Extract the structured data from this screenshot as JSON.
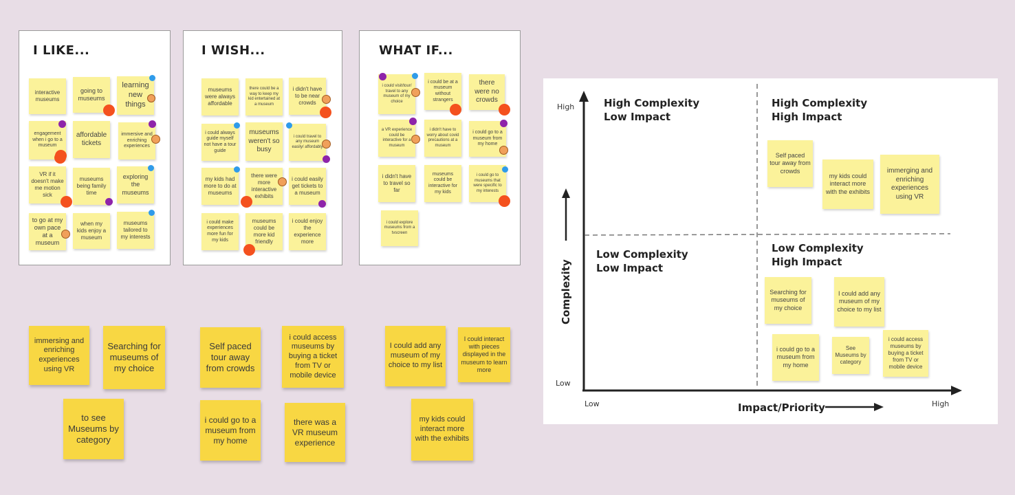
{
  "boards": [
    {
      "title": "I LIKE...",
      "notes": [
        {
          "text": "interactive museums",
          "color": "#fbf29a",
          "textColor": "#555"
        },
        {
          "text": "going to museums",
          "color": "#fbf29a",
          "textColor": "#444"
        },
        {
          "text": "learning new things",
          "color": "#fbf29a",
          "textColor": "#444"
        },
        {
          "text": "engagement when i go to a museum",
          "color": "#fbf29a",
          "textColor": "#666"
        },
        {
          "text": "affordable tickets",
          "color": "#fbf29a",
          "textColor": "#444"
        },
        {
          "text": "immersive and enriching experiences",
          "color": "#fbf29a",
          "textColor": "#666"
        },
        {
          "text": "VR if it doesn't make me motion sick",
          "color": "#fbf29a",
          "textColor": "#555"
        },
        {
          "text": "museums being family time",
          "color": "#fbf29a",
          "textColor": "#555"
        },
        {
          "text": "exploring the museums",
          "color": "#fbf29a",
          "textColor": "#444"
        },
        {
          "text": "to go at my own pace at a museum",
          "color": "#fbf29a",
          "textColor": "#444"
        },
        {
          "text": "when my kids enjoy a museum",
          "color": "#fbf29a",
          "textColor": "#444"
        },
        {
          "text": "museums tailored to my interests",
          "color": "#fbf29a",
          "textColor": "#555"
        }
      ]
    },
    {
      "title": "I WISH...",
      "notes": [
        {
          "text": "museums were always affordable",
          "color": "#fbf29a",
          "textColor": "#555"
        },
        {
          "text": "there could be a way to keep my kid entertained at a museum",
          "color": "#fbf29a",
          "textColor": "#666"
        },
        {
          "text": "i didn't have to be near crowds",
          "color": "#fbf29a",
          "textColor": "#444"
        },
        {
          "text": "i could always guide myself not have a tour guide",
          "color": "#fbf29a",
          "textColor": "#666"
        },
        {
          "text": "museums weren't so busy",
          "color": "#fbf29a",
          "textColor": "#444"
        },
        {
          "text": "i could travel to any museum easily/ affordably",
          "color": "#fbf29a",
          "textColor": "#666"
        },
        {
          "text": "my kids had more to do at museums",
          "color": "#fbf29a",
          "textColor": "#555"
        },
        {
          "text": "there were more interactive exhibits",
          "color": "#fbf29a",
          "textColor": "#555"
        },
        {
          "text": "i could easily get tickets to a museum",
          "color": "#fbf29a",
          "textColor": "#444"
        },
        {
          "text": "i could make experiences more fun for my kids",
          "color": "#fbf29a",
          "textColor": "#666"
        },
        {
          "text": "museums could be more kid friendly",
          "color": "#fbf29a",
          "textColor": "#555"
        },
        {
          "text": "i could enjoy the experience more",
          "color": "#fbf29a",
          "textColor": "#555"
        }
      ]
    },
    {
      "title": "WHAT IF...",
      "notes": [
        {
          "text": "i could visit/tour/ travel to any museum of my choice",
          "color": "#fbf29a",
          "textColor": "#666"
        },
        {
          "text": "i could be at a museum without strangers",
          "color": "#fbf29a",
          "textColor": "#555"
        },
        {
          "text": "there were no crowds",
          "color": "#fbf29a",
          "textColor": "#444"
        },
        {
          "text": "a VR experience could be interactive for a museum",
          "color": "#fbf29a",
          "textColor": "#666"
        },
        {
          "text": "i didn't have to worry about covid precautions at a museum",
          "color": "#fbf29a",
          "textColor": "#666"
        },
        {
          "text": "i could go to a museum from my home",
          "color": "#fbf29a",
          "textColor": "#555"
        },
        {
          "text": "i didn't have to travel so far",
          "color": "#fbf29a",
          "textColor": "#555"
        },
        {
          "text": "museums could be interactive for my kids",
          "color": "#fbf29a",
          "textColor": "#555"
        },
        {
          "text": "i could go to museums that were specific to my interests",
          "color": "#fbf29a",
          "textColor": "#666"
        },
        {
          "text": "i could explore museums from a tvscreen",
          "color": "#fbf29a",
          "textColor": "#666"
        }
      ]
    }
  ],
  "dot_colors": {
    "red": "#f4511e",
    "orange": "#f0a05a",
    "blue": "#2f9bea",
    "purple": "#8e24aa"
  },
  "clusters": [
    {
      "text": "immersing and enriching experiences using VR"
    },
    {
      "text": "Searching for museums of my choice"
    },
    {
      "text": "to see Museums by category"
    },
    {
      "text": "Self paced tour away from crowds"
    },
    {
      "text": "i could access museums by buying a ticket from TV or mobile device"
    },
    {
      "text": "i could go to a museum from my home"
    },
    {
      "text": "there was a VR museum experience"
    },
    {
      "text": "I could add any museum of my choice to my list"
    },
    {
      "text": "I could interact with pieces displayed in the museum to learn more"
    },
    {
      "text": "my kids could interact more with the exhibits"
    }
  ],
  "matrix": {
    "quadrants": {
      "top_left": [
        "High Complexity",
        "Low Impact"
      ],
      "top_right": [
        "High Complexity",
        "High Impact"
      ],
      "bottom_left": [
        "Low Complexity",
        "Low Impact"
      ],
      "bottom_right": [
        "Low Complexity",
        "High Impact"
      ]
    },
    "y_axis": {
      "title": "Complexity",
      "high": "High",
      "low": "Low"
    },
    "x_axis": {
      "title": "Impact/Priority",
      "low": "Low",
      "high": "High"
    },
    "notes": [
      {
        "text": "Self paced tour away from crowds",
        "quadrant": "High Complexity / High Impact"
      },
      {
        "text": "my kids could interact more with the exhibits",
        "quadrant": "High Complexity / High Impact"
      },
      {
        "text": "immerging and enriching experiences using VR",
        "quadrant": "High Complexity / High Impact"
      },
      {
        "text": "Searching for museums of my choice",
        "quadrant": "Low Complexity / High Impact"
      },
      {
        "text": "I could add any museum of my choice to my list",
        "quadrant": "Low Complexity / High Impact"
      },
      {
        "text": "i could go to a museum from my home",
        "quadrant": "Low Complexity / High Impact"
      },
      {
        "text": "See Museums by category",
        "quadrant": "Low Complexity / High Impact"
      },
      {
        "text": "i could access museums by buying a ticket from TV or mobile device",
        "quadrant": "Low Complexity / High Impact"
      }
    ]
  }
}
